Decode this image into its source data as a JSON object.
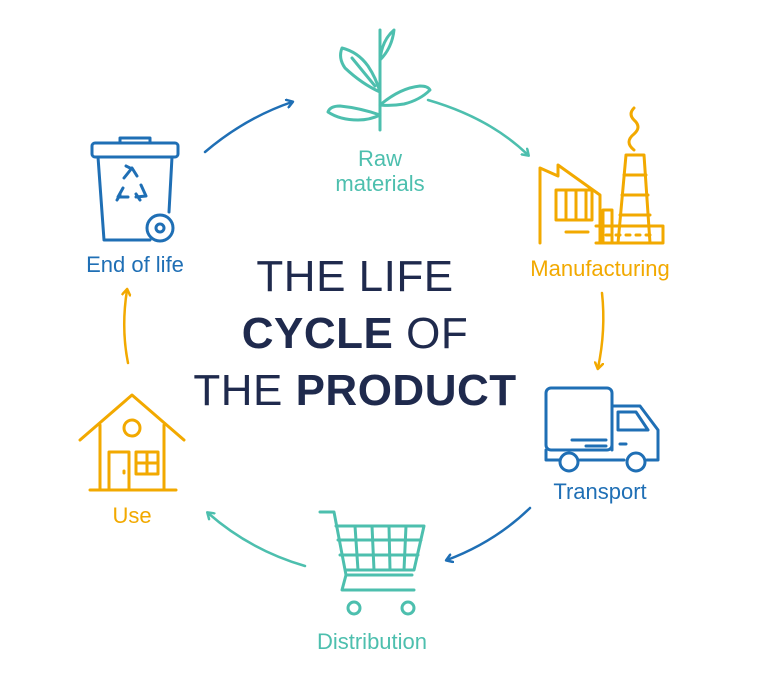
{
  "title": {
    "line1": "THE LIFE",
    "line2_bold": "CYCLE",
    "line2_light": "OF",
    "line3_light": "THE",
    "line3_bold": "PRODUCT"
  },
  "stages": {
    "raw_materials": {
      "line1": "Raw",
      "line2": "materials",
      "icon": "plant-sprout-icon",
      "color": "#4dbfae"
    },
    "manufacturing": {
      "label": "Manufacturing",
      "icon": "factory-icon",
      "color": "#f2a900"
    },
    "transport": {
      "label": "Transport",
      "icon": "truck-icon",
      "color": "#1f6fb5"
    },
    "distribution": {
      "label": "Distribution",
      "icon": "shopping-cart-icon",
      "color": "#4dbfae"
    },
    "use": {
      "label": "Use",
      "icon": "house-icon",
      "color": "#f2a900"
    },
    "end_of_life": {
      "label": "End of life",
      "icon": "recycling-bin-icon",
      "color": "#1f6fb5"
    }
  },
  "colors": {
    "title": "#1f2a4d",
    "teal": "#4dbfae",
    "orange": "#f2a900",
    "blue": "#1f6fb5"
  }
}
